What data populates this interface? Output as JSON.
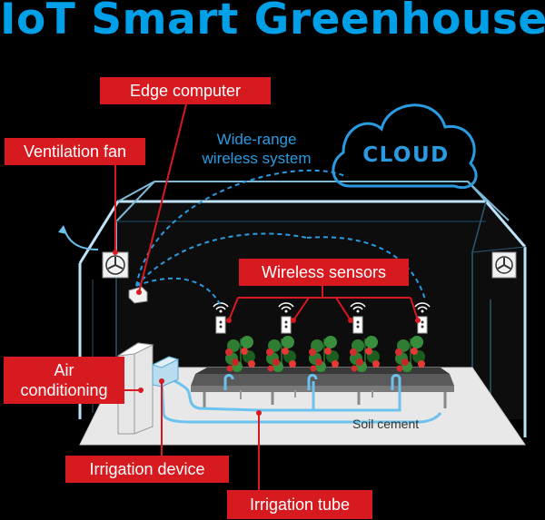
{
  "title": "IoT Smart Greenhouse",
  "labels": {
    "edge_computer": "Edge computer",
    "ventilation_fan": "Ventilation fan",
    "wireless_system_line1": "Wide-range",
    "wireless_system_line2": "wireless system",
    "cloud": "CLOUD",
    "wireless_sensors": "Wireless sensors",
    "air_conditioning_line1": "Air",
    "air_conditioning_line2": "conditioning",
    "irrigation_device": "Irrigation device",
    "irrigation_tube": "Irrigation tube",
    "soil_cement": "Soil cement"
  },
  "colors": {
    "background": "#000000",
    "accent_blue": "#00a0e9",
    "label_red": "#d71920",
    "greenhouse_frame": "#9fd4ef",
    "floor": "#e8e8e8",
    "plant_green": "#2e7d32",
    "tomato_red": "#d32f2f"
  },
  "icons": [
    "cloud-icon",
    "fan-icon",
    "wifi-icon",
    "edge-computer-icon",
    "air-conditioner-icon",
    "irrigation-device-icon",
    "tomato-plant-icon"
  ]
}
